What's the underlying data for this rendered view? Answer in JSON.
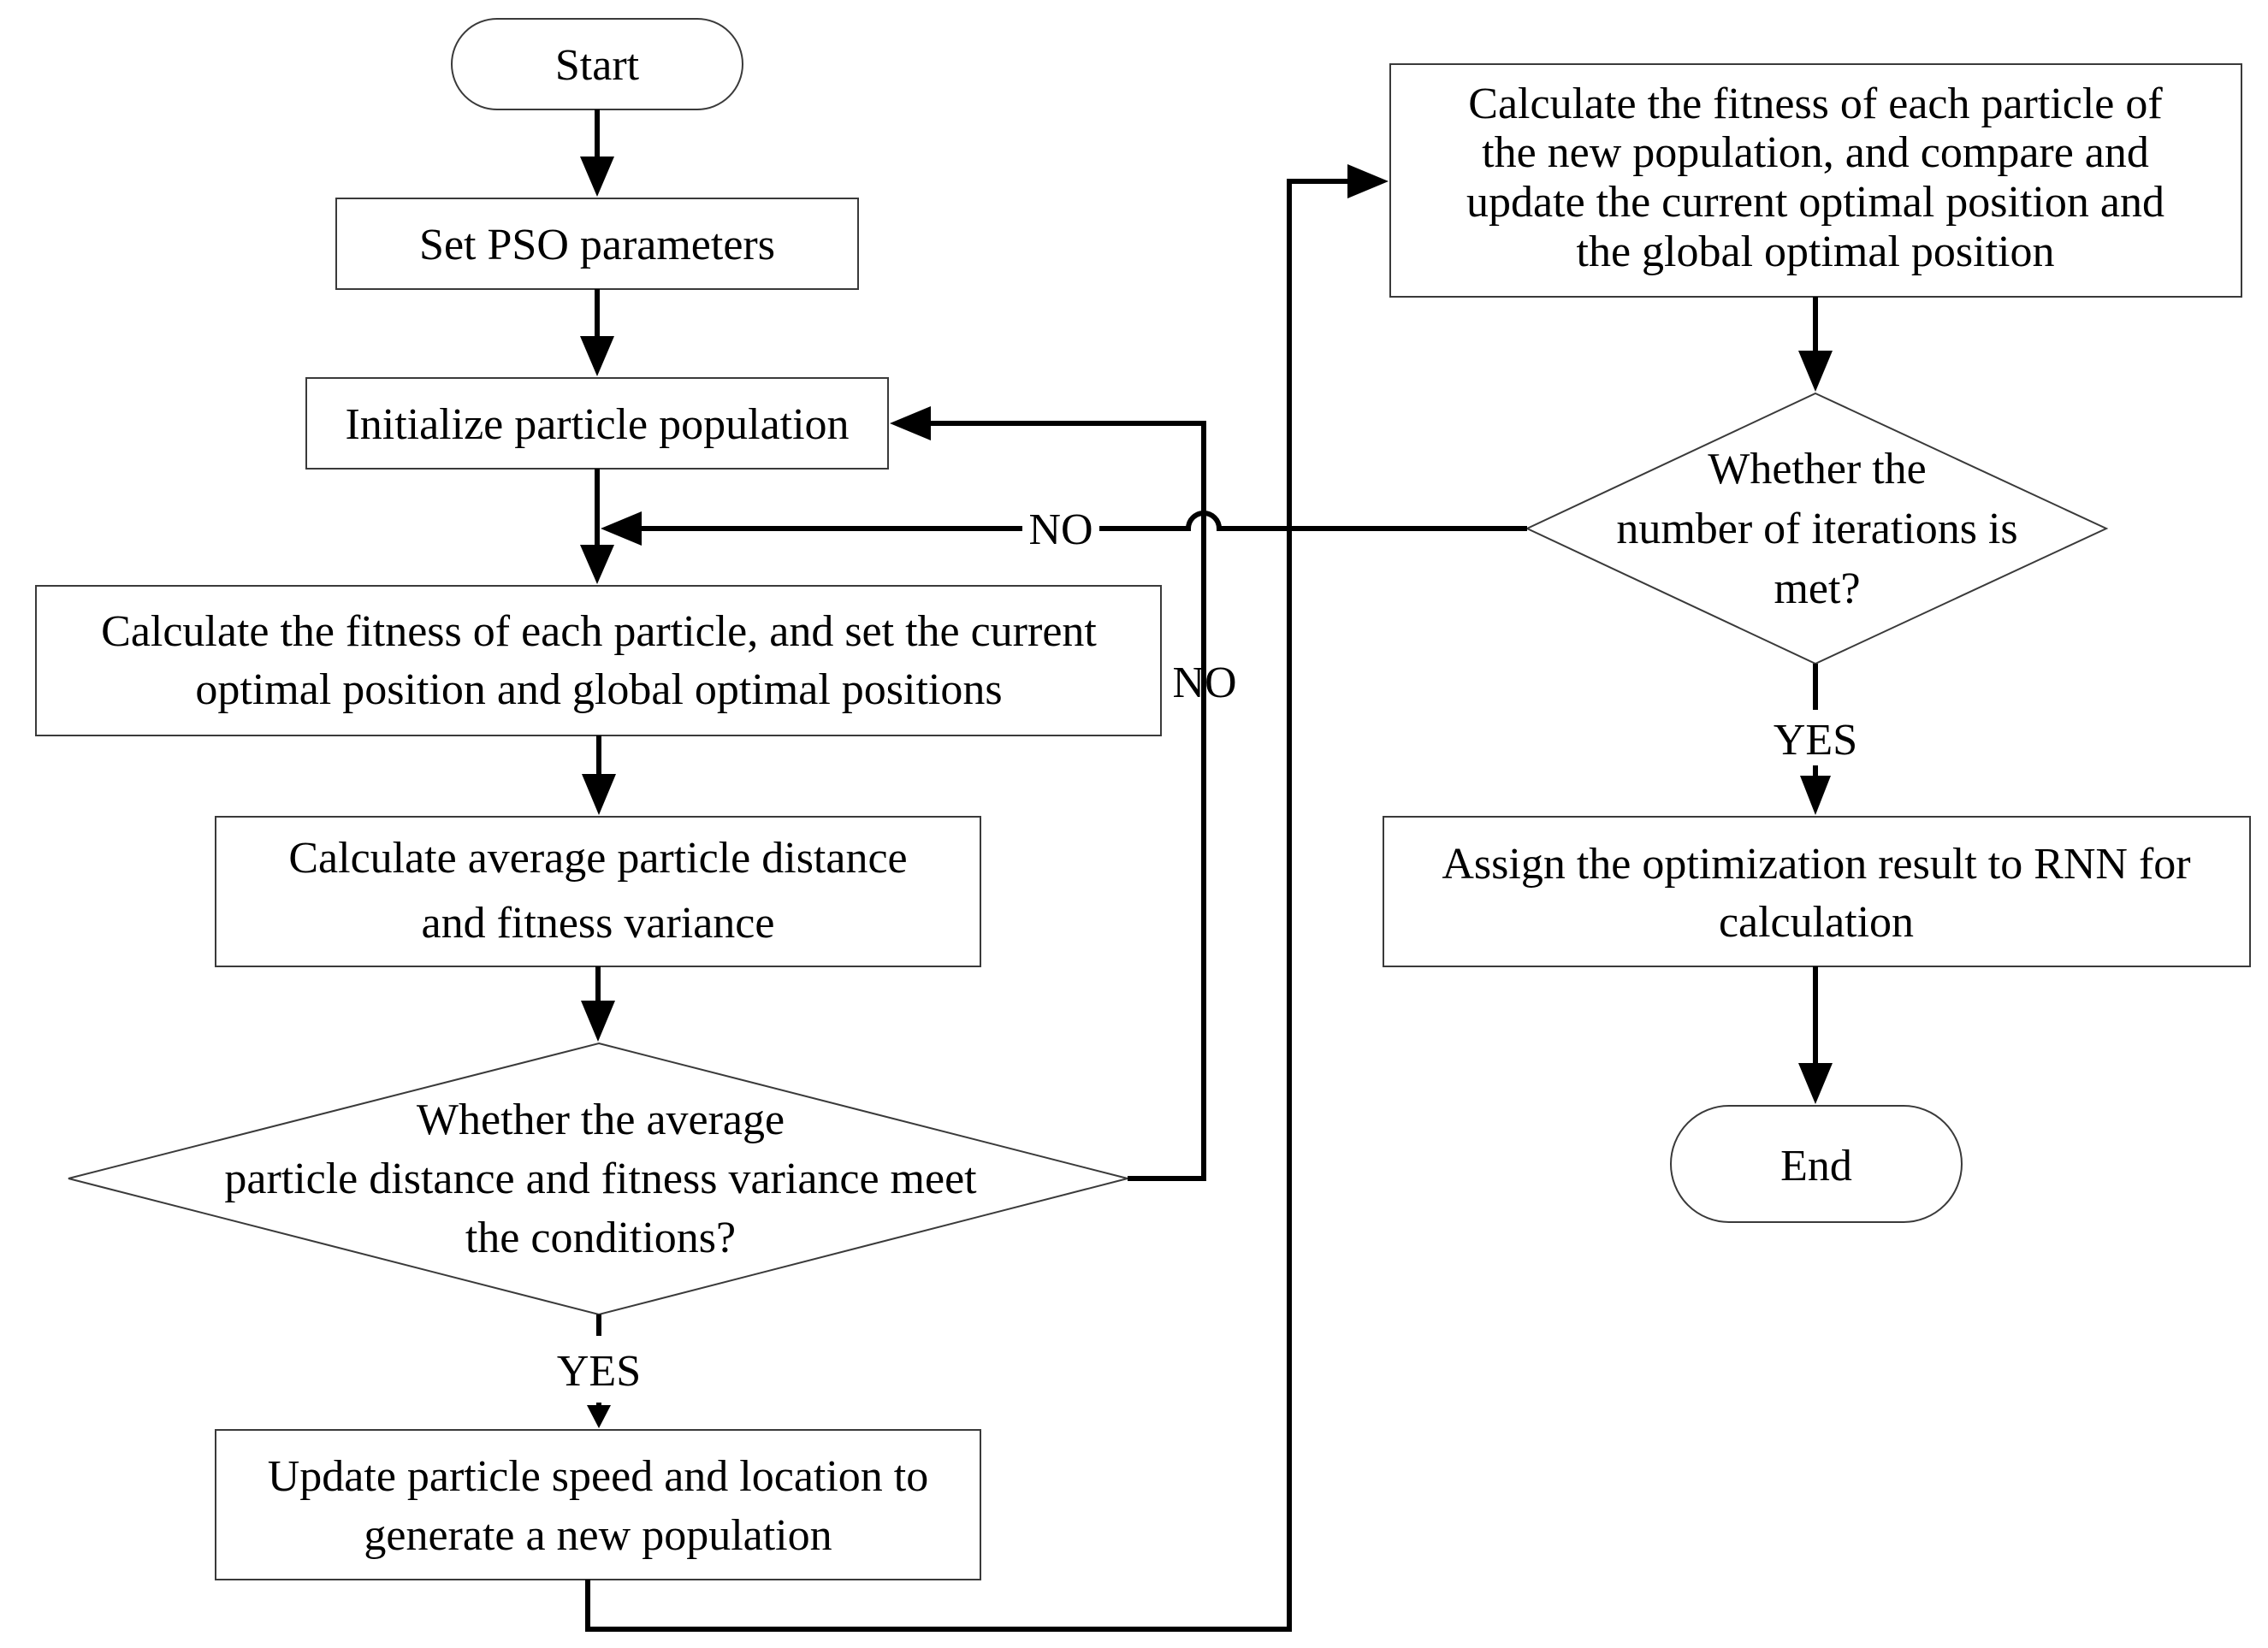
{
  "nodes": {
    "start": "Start",
    "set_params": "Set PSO parameters",
    "init_population": "Initialize particle population",
    "calc_fitness": [
      "Calculate the fitness of each particle, and set the current",
      "optimal position and global optimal positions"
    ],
    "calc_distance": [
      "Calculate average particle distance",
      "and fitness variance"
    ],
    "decision_conditions": [
      "Whether the average",
      "particle distance and fitness variance meet",
      "the conditions?"
    ],
    "update_particles": [
      "Update particle speed and location to",
      "generate a new population"
    ],
    "calc_new_fitness": [
      "Calculate the fitness of each particle of",
      "the new population, and compare and",
      "update the current optimal position and",
      "the global optimal position"
    ],
    "decision_iterations": [
      "Whether the",
      "number of iterations is",
      "met?"
    ],
    "assign_result": [
      "Assign the optimization result to RNN for",
      "calculation"
    ],
    "end": "End"
  },
  "edge_labels": {
    "conditions_no": "NO",
    "conditions_yes": "YES",
    "iterations_no": "NO",
    "iterations_yes": "YES"
  }
}
